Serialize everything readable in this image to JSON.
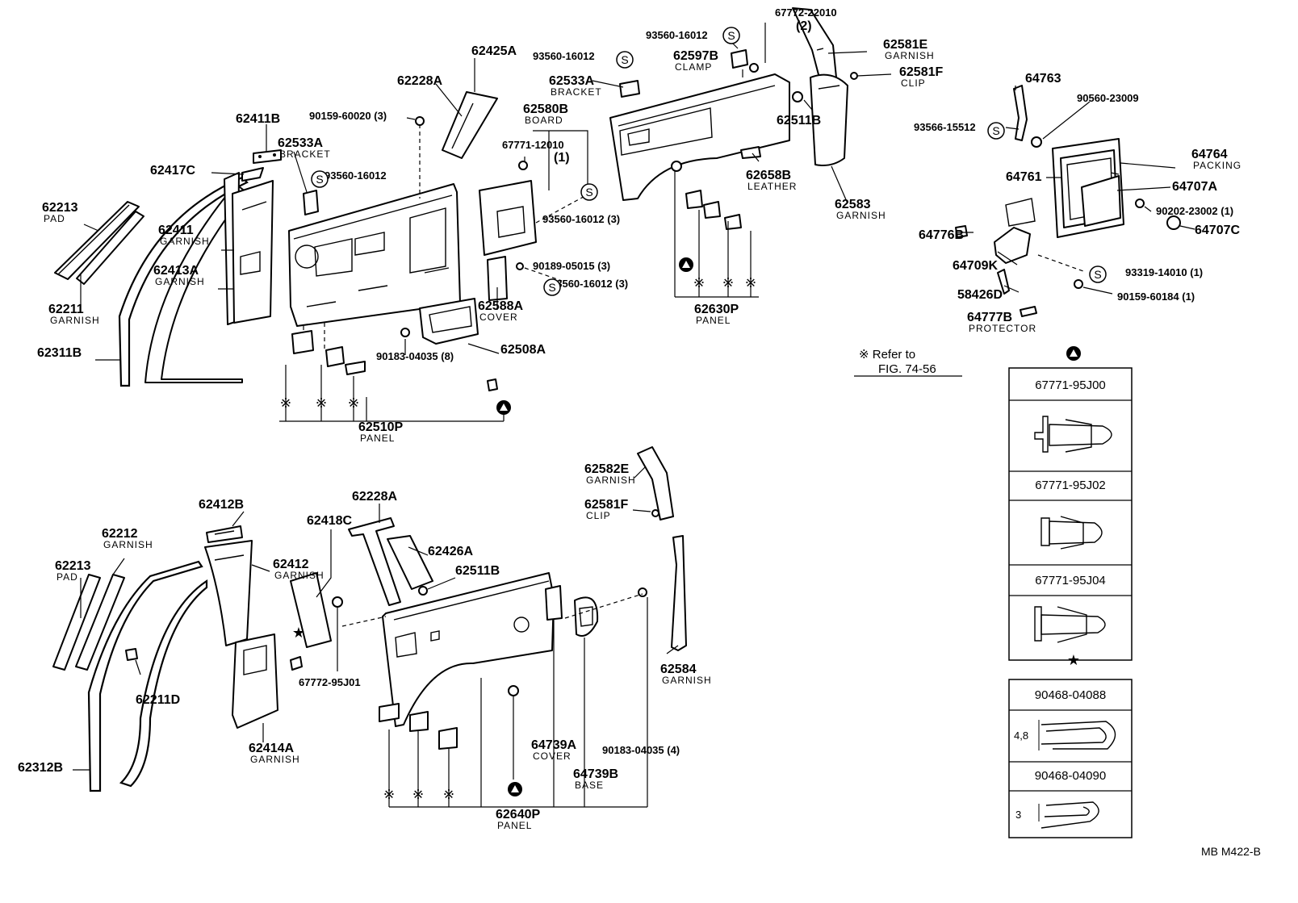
{
  "labels": [
    {
      "id": "l01",
      "num": "62425A"
    },
    {
      "id": "l02",
      "num": "62228A"
    },
    {
      "id": "l03",
      "num": "90159-60020 (3)"
    },
    {
      "id": "l04",
      "num": "62411B"
    },
    {
      "id": "l05",
      "num": "62533A",
      "desc": "BRACKET"
    },
    {
      "id": "l06",
      "num": "93560-16012"
    },
    {
      "id": "l07",
      "num": "62417C"
    },
    {
      "id": "l08",
      "num": "62213",
      "desc": "PAD"
    },
    {
      "id": "l09",
      "num": "62411",
      "desc": "GARNISH"
    },
    {
      "id": "l10",
      "num": "62413A",
      "desc": "GARNISH"
    },
    {
      "id": "l11",
      "num": "62211",
      "desc": "GARNISH"
    },
    {
      "id": "l12",
      "num": "62311B"
    },
    {
      "id": "l13",
      "num": "93560-16012"
    },
    {
      "id": "l14",
      "num": "62533A",
      "desc": "BRACKET"
    },
    {
      "id": "l15",
      "num": "62580B",
      "desc": "BOARD"
    },
    {
      "id": "l16",
      "num": "67771-12010"
    },
    {
      "id": "l17",
      "num": "(1)"
    },
    {
      "id": "l18",
      "num": "93560-16012 (3)"
    },
    {
      "id": "l19",
      "num": "90189-05015 (3)"
    },
    {
      "id": "l20",
      "num": "93560-16012 (3)"
    },
    {
      "id": "l21",
      "num": "62588A",
      "desc": "COVER"
    },
    {
      "id": "l22",
      "num": "90183-04035 (8)"
    },
    {
      "id": "l23",
      "num": "62508A"
    },
    {
      "id": "l24",
      "num": "62510P",
      "desc": "PANEL"
    },
    {
      "id": "l25",
      "num": "93560-16012"
    },
    {
      "id": "l26",
      "num": "67772-22010"
    },
    {
      "id": "l27",
      "num": "(2)"
    },
    {
      "id": "l28",
      "num": "62597B",
      "desc": "CLAMP"
    },
    {
      "id": "l29",
      "num": "62581E",
      "desc": "GARNISH"
    },
    {
      "id": "l30",
      "num": "62581F",
      "desc": "CLIP"
    },
    {
      "id": "l31",
      "num": "62511B"
    },
    {
      "id": "l32",
      "num": "62658B",
      "desc": "LEATHER"
    },
    {
      "id": "l33",
      "num": "62583",
      "desc": "GARNISH"
    },
    {
      "id": "l34",
      "num": "62630P",
      "desc": "PANEL"
    },
    {
      "id": "l35",
      "num": "64763"
    },
    {
      "id": "l36",
      "num": "90560-23009"
    },
    {
      "id": "l37",
      "num": "93566-15512"
    },
    {
      "id": "l38",
      "num": "64764",
      "desc": "PACKING"
    },
    {
      "id": "l39",
      "num": "64761"
    },
    {
      "id": "l40",
      "num": "64707A"
    },
    {
      "id": "l41",
      "num": "90202-23002 (1)"
    },
    {
      "id": "l42",
      "num": "64707C"
    },
    {
      "id": "l43",
      "num": "64776B"
    },
    {
      "id": "l44",
      "num": "64709K"
    },
    {
      "id": "l45",
      "num": "93319-14010 (1)"
    },
    {
      "id": "l46",
      "num": "58426D"
    },
    {
      "id": "l47",
      "num": "90159-60184 (1)"
    },
    {
      "id": "l48",
      "num": "64777B",
      "desc": "PROTECTOR"
    },
    {
      "id": "l49",
      "num": "62412B"
    },
    {
      "id": "l50",
      "num": "62212",
      "desc": "GARNISH"
    },
    {
      "id": "l51",
      "num": "62213",
      "desc": "PAD"
    },
    {
      "id": "l52",
      "num": "62412",
      "desc": "GARNISH"
    },
    {
      "id": "l53",
      "num": "62418C"
    },
    {
      "id": "l54",
      "num": "62228A"
    },
    {
      "id": "l55",
      "num": "62426A"
    },
    {
      "id": "l56",
      "num": "62511B"
    },
    {
      "id": "l57",
      "num": "62582E",
      "desc": "GARNISH"
    },
    {
      "id": "l58",
      "num": "62581F",
      "desc": "CLIP"
    },
    {
      "id": "l59",
      "num": "62211D"
    },
    {
      "id": "l60",
      "num": "62312B"
    },
    {
      "id": "l61",
      "num": "62414A",
      "desc": "GARNISH"
    },
    {
      "id": "l62",
      "num": "67772-95J01"
    },
    {
      "id": "l63",
      "num": "62584",
      "desc": "GARNISH"
    },
    {
      "id": "l64",
      "num": "64739A",
      "desc": "COVER"
    },
    {
      "id": "l65",
      "num": "90183-04035 (4)"
    },
    {
      "id": "l66",
      "num": "64739B",
      "desc": "BASE"
    },
    {
      "id": "l67",
      "num": "62640P",
      "desc": "PANEL"
    }
  ],
  "refer_note": {
    "line1": "※ Refer to",
    "line2": "FIG. 74-56"
  },
  "legend_triangle": {
    "items": [
      "67771-95J00",
      "67771-95J02",
      "67771-95J04"
    ]
  },
  "legend_star": {
    "items": [
      "90468-04088",
      "90468-04090"
    ],
    "dims": [
      "4,8",
      "3"
    ]
  },
  "figure_code": "MB M422-B",
  "symbols": {
    "note_mark": "※",
    "s_mark": "S",
    "star": "★"
  }
}
